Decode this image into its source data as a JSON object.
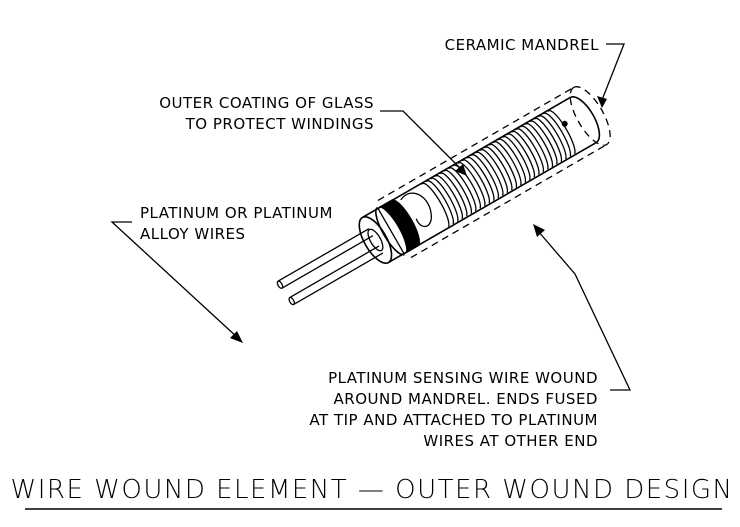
{
  "labels": {
    "ceramic_mandrel": "CERAMIC MANDREL",
    "outer_coating_line1": "OUTER COATING OF GLASS",
    "outer_coating_line2": "TO PROTECT WINDINGS",
    "platinum_wires_line1": "PLATINUM OR PLATINUM",
    "platinum_wires_line2": "ALLOY WIRES",
    "sensing_wire_line1": "PLATINUM SENSING WIRE WOUND",
    "sensing_wire_line2": "AROUND MANDREL. ENDS FUSED",
    "sensing_wire_line3": "AT TIP AND ATTACHED TO PLATINUM",
    "sensing_wire_line4": "WIRES AT OTHER END"
  },
  "title": "WIRE WOUND ELEMENT — OUTER WOUND DESIGN"
}
